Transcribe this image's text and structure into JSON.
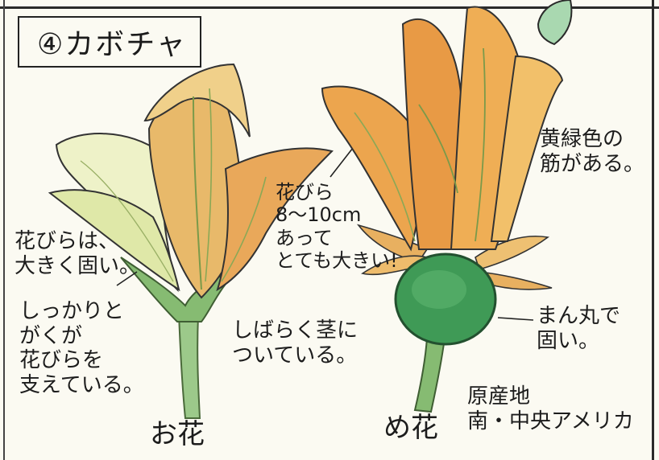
{
  "title": "④カボチャ",
  "male_flower": {
    "label": "お花",
    "note_petals_hard": "花びらは、\n大きく固い。",
    "note_calyx": "しっかりと\nがくが\n花びらを\n支えている。",
    "note_stem": "しばらく茎に\nついている。"
  },
  "middle_note": "花びら\n8〜10cm\nあって\nとても大きい!",
  "female_flower": {
    "label": "め花",
    "note_veins": "黄緑色の\n筋がある。",
    "note_ovary": "まん丸で\n固い。",
    "origin": "原産地\n南・中央アメリカ"
  },
  "colors": {
    "petal_orange": "#e8a24a",
    "petal_yellow": "#f2d27a",
    "leaf_green": "#7fb56a",
    "ovary_green": "#3f9a56",
    "paper": "#fbfaf2",
    "ink": "#1c1c1c"
  }
}
